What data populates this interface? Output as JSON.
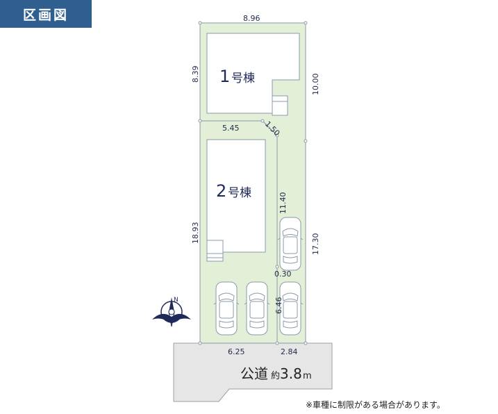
{
  "header": {
    "title": "区画図"
  },
  "lots": {
    "lot1": {
      "number": "1",
      "suffix": "号棟"
    },
    "lot2": {
      "number": "2",
      "suffix": "号棟"
    }
  },
  "dimensions": {
    "top_width": "8.96",
    "lot1_left": "8.39",
    "lot1_right": "10.00",
    "lot2_top": "5.45",
    "chamfer": "1.50",
    "inner_right": "11.40",
    "lot2_left": "18.93",
    "outer_right": "17.30",
    "gap": "0.30",
    "parking_depth": "6.46",
    "bottom_left": "6.25",
    "bottom_right": "2.84"
  },
  "road": {
    "label": "公道",
    "approx": "約",
    "width": "3.8",
    "unit": "m"
  },
  "compass": {
    "north": "N"
  },
  "note": "※車種に制限がある場合があります。",
  "colors": {
    "lot_fill": "#e3efd6",
    "lot_stroke": "#8a9aa8",
    "building_fill": "#ffffff",
    "road_fill": "#e6e6e6",
    "badge": "#2f5f8f",
    "label_navy": "#1f2a5a"
  }
}
